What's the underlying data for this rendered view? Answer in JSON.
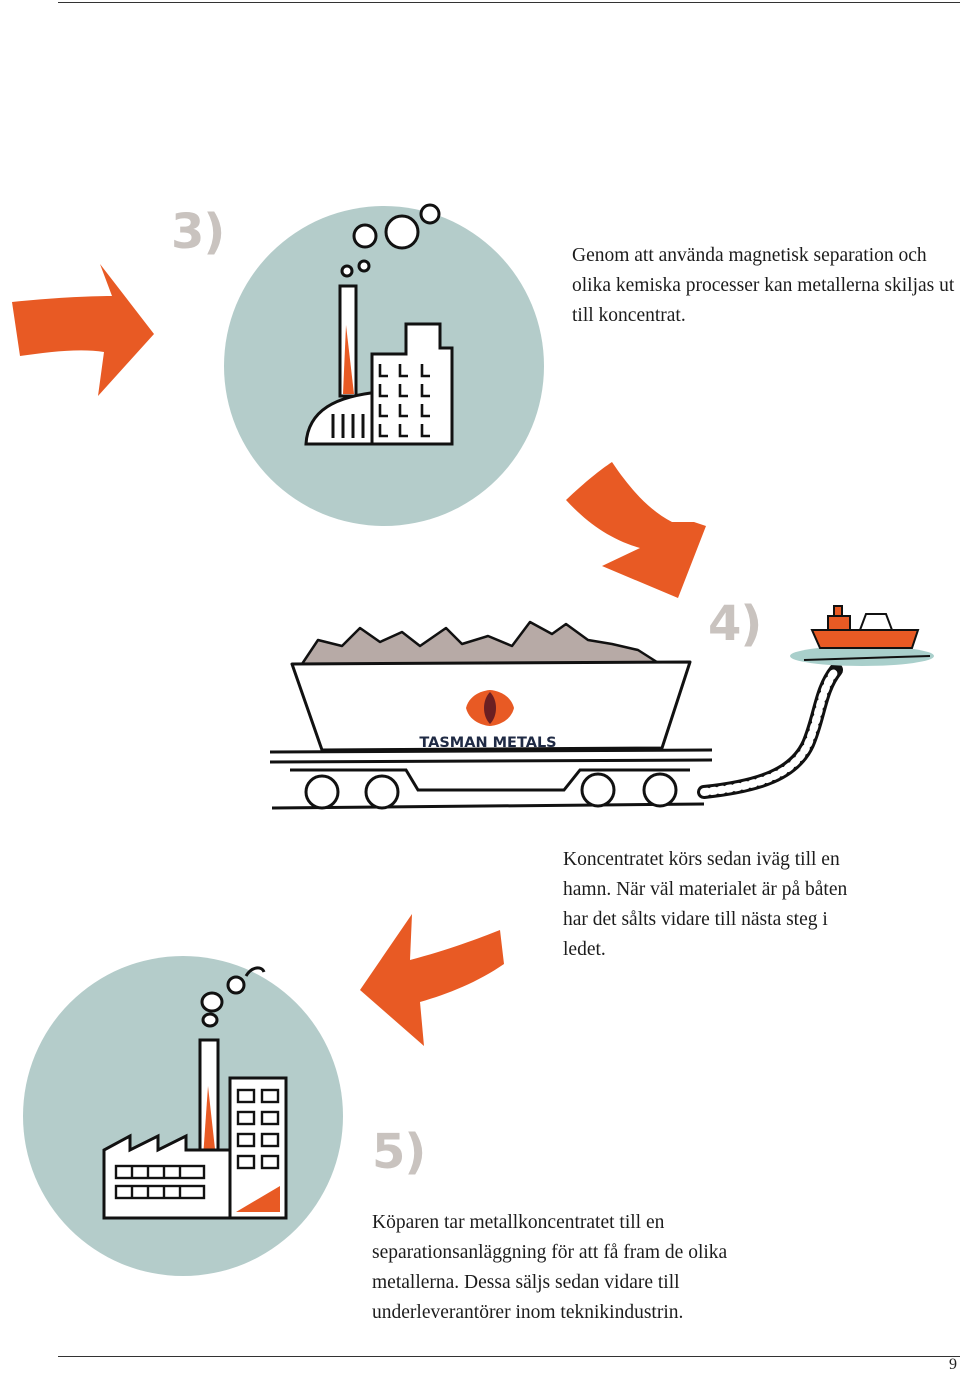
{
  "steps": [
    {
      "number": "3)",
      "text": "Genom att använda magnetisk separation och olika kemiska processer kan metallerna skiljas ut till koncentrat."
    },
    {
      "number": "4)",
      "text": "Koncentratet körs sedan iväg till en hamn. När väl materialet är på båten har det sålts vidare till nästa steg i ledet."
    },
    {
      "number": "5)",
      "text": "Köparen tar metallkoncentratet till en separationsanläggning för att få fram de olika metallerna. Dessa säljs sedan vidare till underleverantörer inom teknikindustrin."
    }
  ],
  "wagon_logo": "TASMAN METALS",
  "page_number": "9",
  "colors": {
    "accent": "#e85a24",
    "circle": "#b4ccca",
    "ore": "#b7aaa6",
    "sea": "#a9cfcb",
    "step_number": "#c9c3bf"
  }
}
